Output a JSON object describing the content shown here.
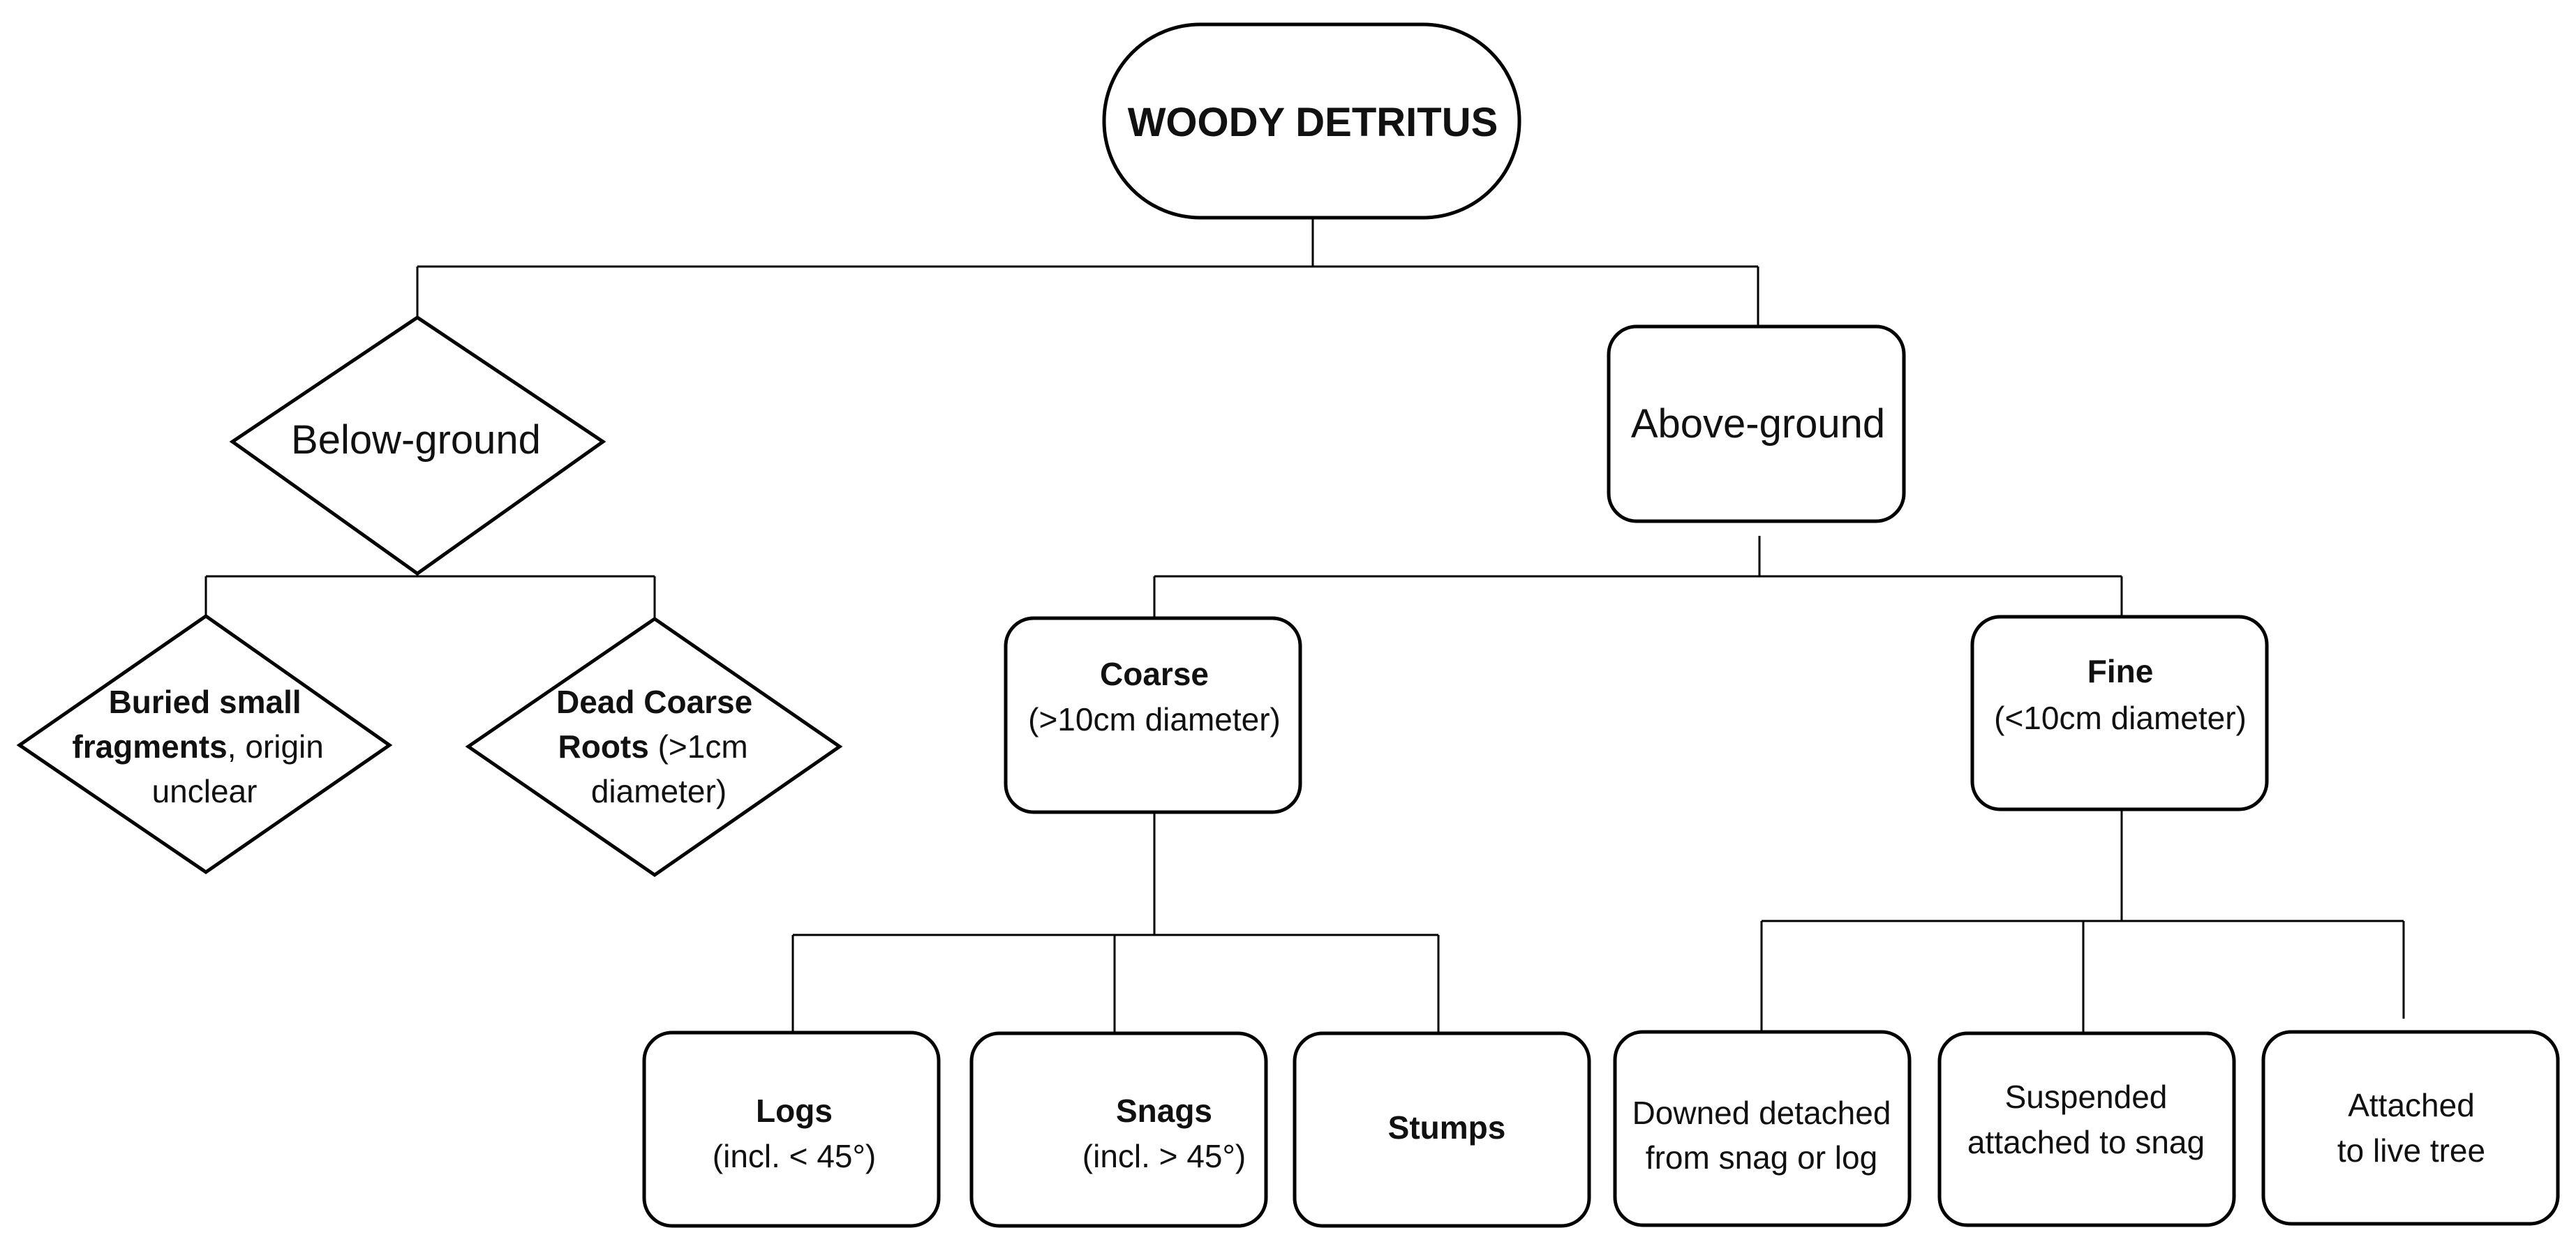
{
  "colors": {
    "stroke": "#000000",
    "fill": "#ffffff",
    "text": "#111111"
  },
  "nodes": {
    "root": {
      "label": "WOODY DETRITUS"
    },
    "below_ground": {
      "label": "Below-ground"
    },
    "above_ground": {
      "label": "Above-ground"
    },
    "buried": {
      "line1_bold": "Buried small",
      "line2_bold": "fragments",
      "line2_rest": ", origin",
      "line3": "unclear"
    },
    "dead_roots": {
      "line1_bold": "Dead Coarse",
      "line2_bold": "Roots",
      "line2_rest": " (>1cm",
      "line3": "diameter)"
    },
    "coarse": {
      "title": "Coarse",
      "subtitle": "(>10cm diameter)"
    },
    "fine": {
      "title": "Fine",
      "subtitle": "(<10cm diameter)"
    },
    "logs": {
      "title": "Logs",
      "subtitle": "(incl. < 45°)"
    },
    "snags": {
      "title": "Snags",
      "subtitle": "(incl. > 45°)"
    },
    "stumps": {
      "title": "Stumps"
    },
    "downed": {
      "line1": "Downed detached",
      "line2": "from snag or log"
    },
    "suspended": {
      "line1": "Suspended",
      "line2": "attached to snag"
    },
    "attached": {
      "line1": "Attached",
      "line2": "to live tree"
    }
  }
}
